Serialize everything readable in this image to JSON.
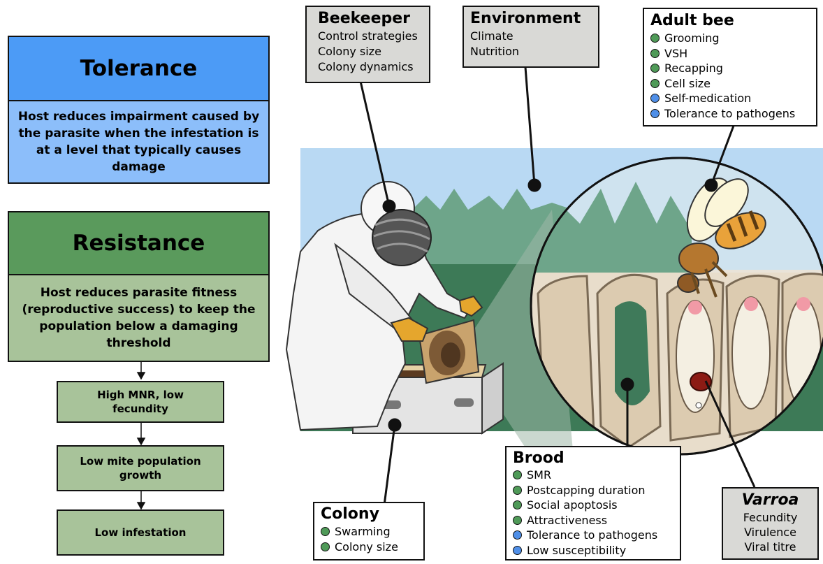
{
  "colors": {
    "tolerance_header": "#4c9bf6",
    "tolerance_body": "#8cbefa",
    "resistance_header": "#5a9a5c",
    "resistance_body": "#a8c39a",
    "step_fill": "#a8c39a",
    "grey_box": "#d9d9d6",
    "dot_green": "#4f9a58",
    "dot_blue": "#4f8fe8",
    "sky": "#b9d9f3",
    "field": "#3d7a57",
    "tree": "#6ea58a"
  },
  "tolerance": {
    "title": "Tolerance",
    "description": "Host reduces impairment caused by the parasite when the infestation is at a level that typically causes damage"
  },
  "resistance": {
    "title": "Resistance",
    "description": "Host reduces parasite fitness (reproductive success) to keep the population below a damaging threshold",
    "steps": [
      "High MNR, low fecundity",
      "Low mite population growth",
      "Low infestation"
    ]
  },
  "beekeeper": {
    "title": "Beekeeper",
    "items": [
      "Control strategies",
      "Colony size",
      "Colony dynamics"
    ]
  },
  "environment": {
    "title": "Environment",
    "items": [
      "Climate",
      "Nutrition"
    ]
  },
  "adult_bee": {
    "title": "Adult bee",
    "items": [
      {
        "label": "Grooming",
        "color": "green"
      },
      {
        "label": "VSH",
        "color": "green"
      },
      {
        "label": "Recapping",
        "color": "green"
      },
      {
        "label": "Cell size",
        "color": "green"
      },
      {
        "label": "Self-medication",
        "color": "blue"
      },
      {
        "label": "Tolerance to pathogens",
        "color": "blue"
      }
    ]
  },
  "brood": {
    "title": "Brood",
    "items": [
      {
        "label": "SMR",
        "color": "green"
      },
      {
        "label": "Postcapping duration",
        "color": "green"
      },
      {
        "label": "Social apoptosis",
        "color": "green"
      },
      {
        "label": "Attractiveness",
        "color": "green"
      },
      {
        "label": "Tolerance to pathogens",
        "color": "blue"
      },
      {
        "label": "Low susceptibility",
        "color": "blue"
      }
    ]
  },
  "colony": {
    "title": "Colony",
    "items": [
      {
        "label": "Swarming",
        "color": "green"
      },
      {
        "label": "Colony size",
        "color": "green"
      }
    ]
  },
  "varroa": {
    "title": "Varroa",
    "items": [
      "Fecundity",
      "Virulence",
      "Viral titre"
    ]
  }
}
